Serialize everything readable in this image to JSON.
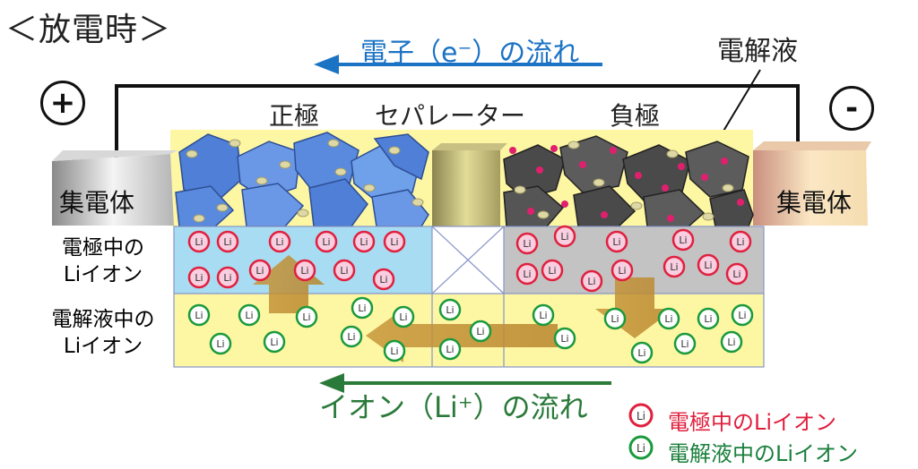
{
  "title": "＜放電時＞",
  "electron_flow": "電子（e⁻）の流れ",
  "electrolyte_label": "電解液",
  "cathode_label": "正極",
  "separator_label": "セパレーター",
  "anode_label": "負極",
  "plus_symbol": "+",
  "minus_symbol": "-",
  "collector_left": "集電体",
  "collector_right": "集電体",
  "row1_label_line1": "電極中の",
  "row1_label_line2": "Liイオン",
  "row2_label_line1": "電解液中の",
  "row2_label_line2": "Liイオン",
  "ion_flow": "イオン（Li⁺）の流れ",
  "ion_symbol": "Li",
  "legend_electrode": "電極中のLiイオン",
  "legend_electrolyte": "電解液中のLiイオン",
  "colors": {
    "electron_arrow": "#1b73c4",
    "ion_arrow": "#2a7a3a",
    "electrode_ion": "#e0203e",
    "electrolyte_ion": "#1a9a3c",
    "electrolyte_fill": "#fdf6a3",
    "cathode_band": "#a8dcf2",
    "anode_band": "#c3c3c3"
  },
  "icons": [
    "plus-terminal-icon",
    "minus-terminal-icon",
    "electron-arrow-icon",
    "ion-arrow-icon"
  ]
}
